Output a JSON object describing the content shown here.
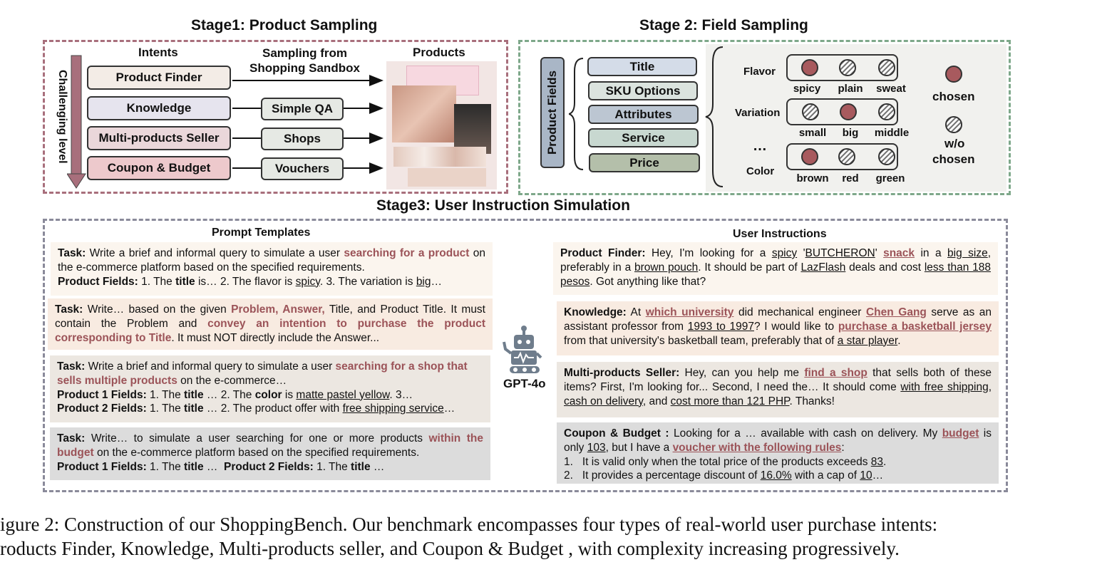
{
  "stage1": {
    "title": "Stage1: Product Sampling",
    "intents_header": "Intents",
    "sampling_header": "Sampling from Shopping Sandbox",
    "products_header": "Products",
    "axis_label": "Challenging level",
    "intents": [
      "Product Finder",
      "Knowledge",
      "Multi-products Seller",
      "Coupon & Budget"
    ],
    "sources": [
      "Simple QA",
      "Shops",
      "Vouchers"
    ],
    "intent_colors": [
      "#f3ece6",
      "#e6e4ee",
      "#ead7da",
      "#edc9cc"
    ]
  },
  "stage2": {
    "title": "Stage 2: Field Sampling",
    "fields_label": "Product Fields",
    "fields": [
      "Title",
      "SKU Options",
      "Attributes",
      "Service",
      "Price"
    ],
    "field_colors": [
      "#d4dce8",
      "#dbe3de",
      "#bcc6d2",
      "#c8d8d0",
      "#b4bfaa"
    ],
    "rows": [
      {
        "label": "Flavor",
        "options": [
          "spicy",
          "plain",
          "sweat"
        ],
        "chosen": 0
      },
      {
        "label": "Variation",
        "options": [
          "small",
          "big",
          "middle"
        ],
        "chosen": 1
      },
      {
        "label": "Color",
        "options": [
          "brown",
          "red",
          "green"
        ],
        "chosen": 0
      }
    ],
    "ellipsis": "…",
    "legend_chosen": "chosen",
    "legend_wo": "w/o",
    "legend_wo2": "chosen"
  },
  "stage3": {
    "title": "Stage3: User Instruction Simulation",
    "prompt_header": "Prompt Templates",
    "user_header": "User Instructions",
    "model_label": "GPT-4o"
  },
  "caption": {
    "line1": "igure 2: Construction of our ShoppingBench. Our benchmark encompasses four types of real-world user purchase intents:",
    "line2": "roducts Finder, Knowledge, Multi-products seller, and Coupon & Budget , with complexity increasing progressively."
  },
  "colors": {
    "stage1_border": "#a86f7c",
    "stage2_border": "#7ea88a",
    "stage3_border": "#8a8a9a",
    "highlight": "#9b5358"
  }
}
